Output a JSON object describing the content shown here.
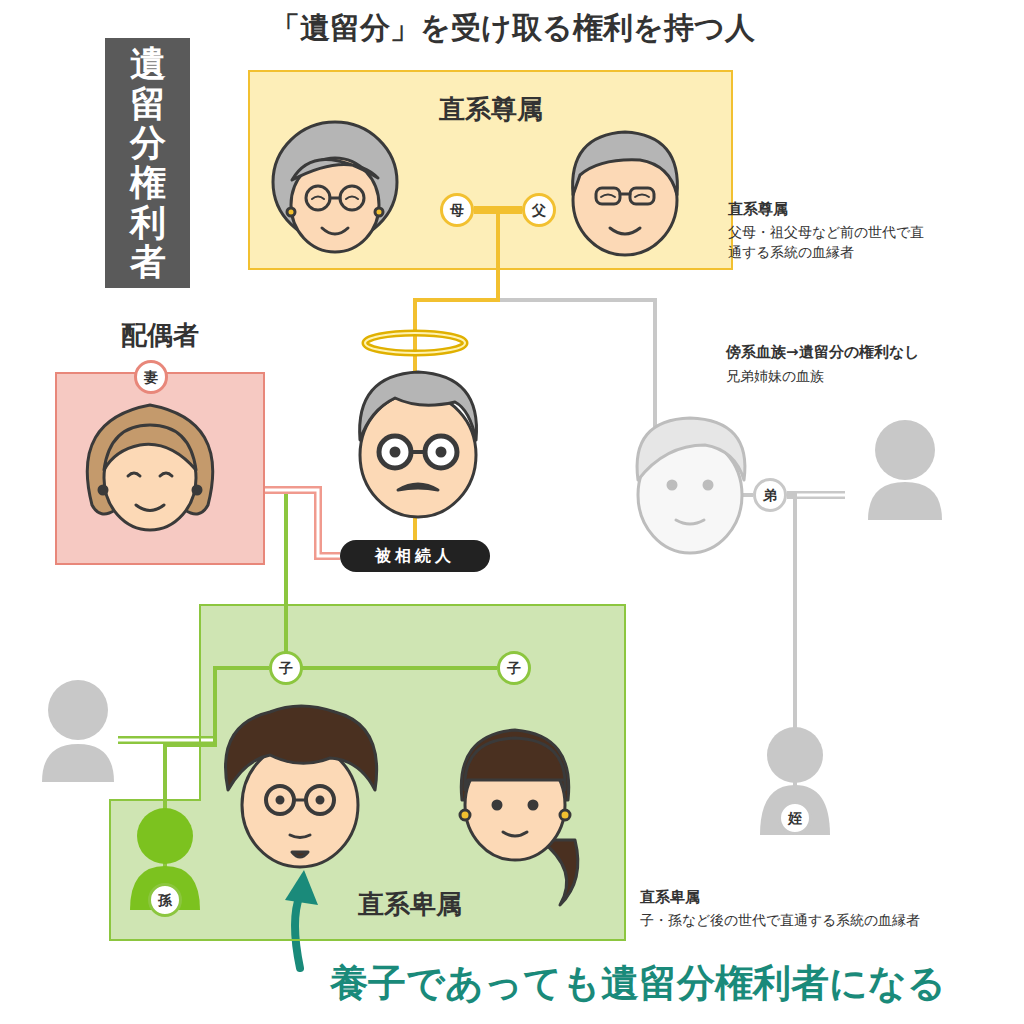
{
  "diagram": {
    "title": "「遺留分」を受け取る権利を持つ人",
    "nodes": [
      {
        "text": [
          "遺留分権利者"
        ]
      },
      {
        "text": [
          "直系尊属"
        ]
      },
      {
        "text": [
          "母"
        ],
        "in": 1
      },
      {
        "text": [
          "父"
        ],
        "in": 1
      },
      {
        "text": [
          "配偶者"
        ]
      },
      {
        "text": [
          "妻"
        ],
        "in": 4
      },
      {
        "text": [
          "被相続人"
        ]
      },
      {
        "text": [
          "弟"
        ]
      },
      {
        "text": [
          "直系卑属"
        ]
      },
      {
        "text": [
          "子"
        ],
        "in": 8
      },
      {
        "text": [
          "子"
        ],
        "in": 8
      },
      {
        "text": [
          "孫"
        ],
        "in": 8
      },
      {
        "text": [
          "姪"
        ]
      }
    ],
    "edges": [
      {
        "from": 2,
        "to": 3,
        "arrow": "none"
      },
      {
        "from": 2,
        "to": 6,
        "arrow": "none"
      },
      {
        "from": 3,
        "to": 6,
        "arrow": "none"
      },
      {
        "from": 2,
        "to": 7,
        "arrow": "none"
      },
      {
        "from": 3,
        "to": 7,
        "arrow": "none"
      },
      {
        "from": 4,
        "to": 9,
        "arrow": "none"
      },
      {
        "from": 6,
        "to": 9,
        "arrow": "none"
      },
      {
        "from": 4,
        "to": 10,
        "arrow": "none"
      },
      {
        "from": 6,
        "to": 10,
        "arrow": "none"
      },
      {
        "from": 9,
        "to": 11,
        "arrow": "none"
      },
      {
        "from": 7,
        "to": 12,
        "arrow": "none"
      },
      {
        "from": 4,
        "to": 6,
        "arrow": "none"
      }
    ],
    "labels": [
      "直系尊属",
      "父母・祖父母など前の世代で直通する系統の血縁者",
      "傍系血族→遺留分の権利なし",
      "兄弟姉妹の血族",
      "直系卑属",
      "子・孫など後の世代で直通する系統の血縁者",
      "養子であっても遺留分権利者になる"
    ]
  }
}
